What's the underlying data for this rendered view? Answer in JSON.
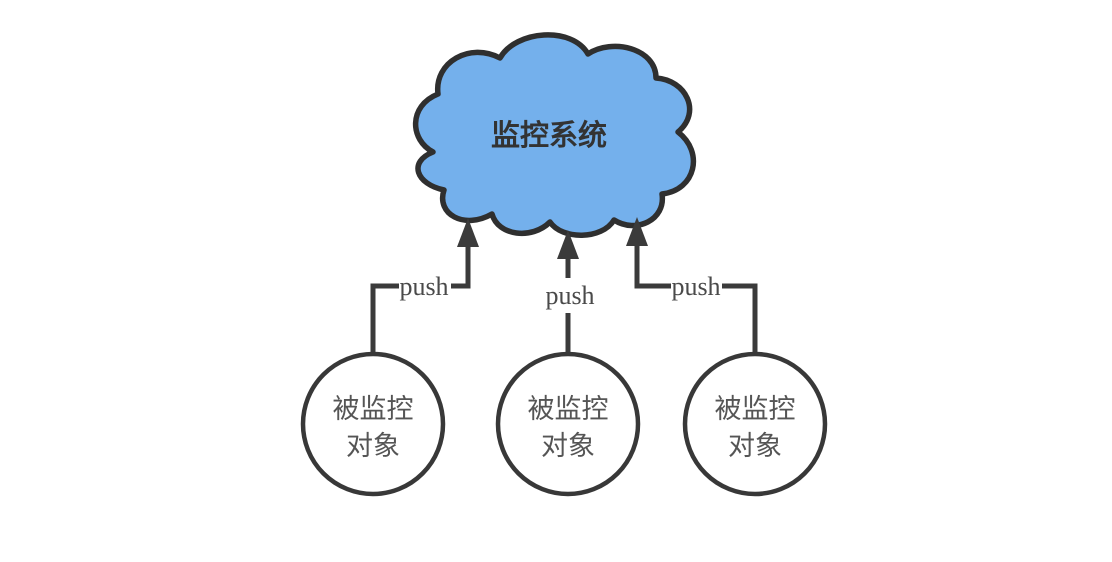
{
  "diagram": {
    "cloud": {
      "label": "监控系统",
      "fill_color": "#74b0ec",
      "stroke_color": "#2f2f2f"
    },
    "connectors": [
      {
        "label": "push"
      },
      {
        "label": "push"
      },
      {
        "label": "push"
      }
    ],
    "nodes": [
      {
        "label_line1": "被监控",
        "label_line2": "对象"
      },
      {
        "label_line1": "被监控",
        "label_line2": "对象"
      },
      {
        "label_line1": "被监控",
        "label_line2": "对象"
      }
    ],
    "colors": {
      "line": "#3b3b3b",
      "node_text": "#555555",
      "push_text": "#4a4a4a",
      "background": "#ffffff"
    }
  }
}
